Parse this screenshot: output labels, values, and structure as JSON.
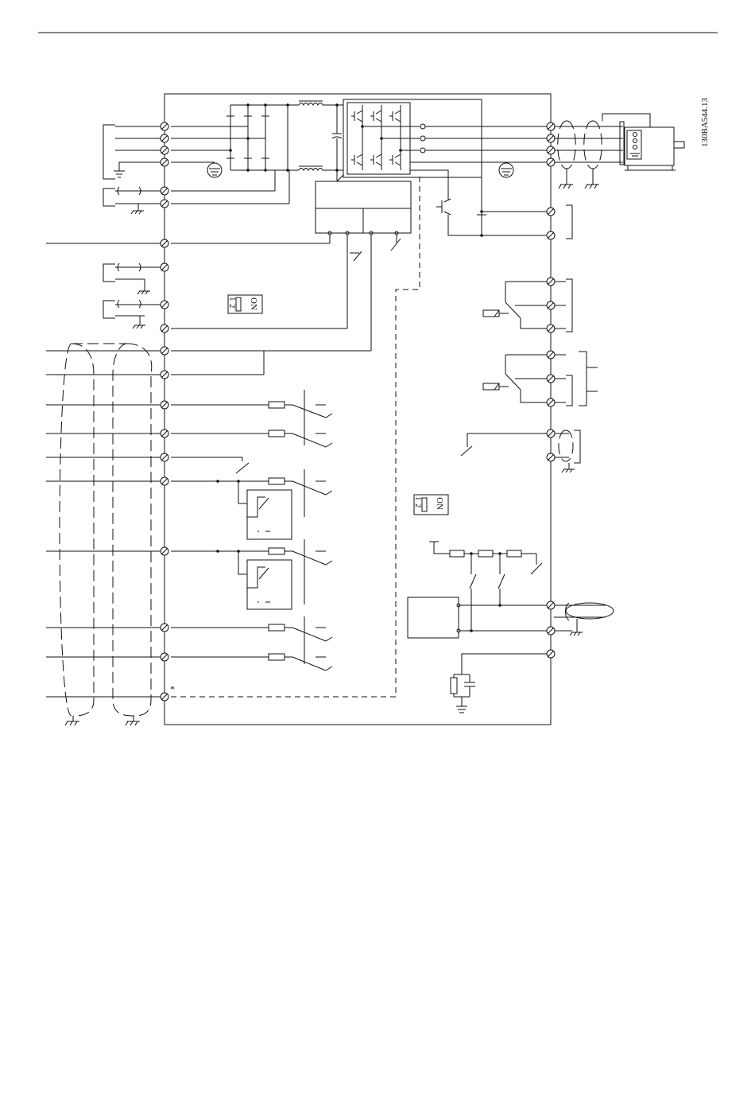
{
  "diagram": {
    "document_id": "130BA544.13",
    "dip_switch_upper": {
      "label": "ON",
      "positions": [
        "1",
        "2"
      ]
    },
    "dip_switch_lower": {
      "label": "ON",
      "positions": [
        "1",
        "2"
      ]
    }
  }
}
